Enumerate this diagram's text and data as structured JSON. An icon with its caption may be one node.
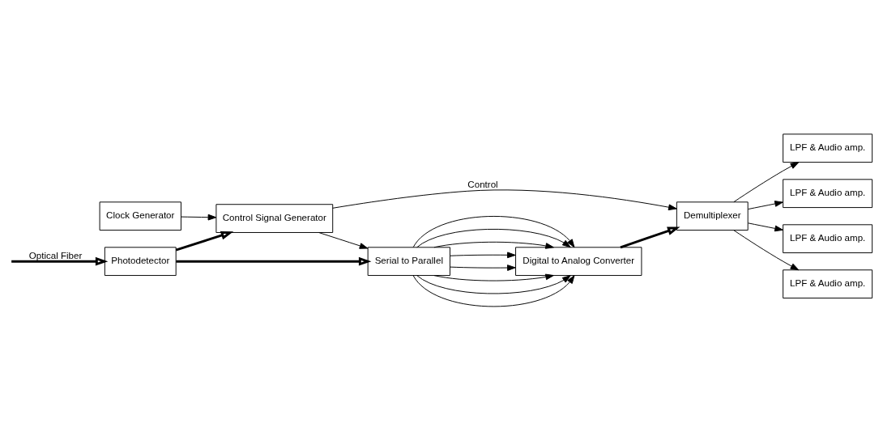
{
  "diagram": {
    "nodes": [
      {
        "text": [
          "Photodetector"
        ]
      },
      {
        "text": [
          "Serial to Parallel"
        ]
      },
      {
        "text": [
          "Digital to Analog Converter"
        ]
      },
      {
        "text": [
          "Demultiplexer"
        ]
      },
      {
        "text": [
          "LPF & Audio amp."
        ]
      },
      {
        "text": [
          "LPF & Audio amp."
        ]
      },
      {
        "text": [
          "LPF & Audio amp."
        ]
      },
      {
        "text": [
          "LPF & Audio amp."
        ]
      },
      {
        "text": [
          "Clock Generator"
        ]
      },
      {
        "text": [
          "Control Signal Generator"
        ]
      }
    ],
    "edges": [
      {
        "from": null,
        "to": 0,
        "arrow": "to",
        "label": "Optical Fiber",
        "style": "thick"
      },
      {
        "from": 0,
        "to": 1,
        "arrow": "to",
        "style": "thick"
      },
      {
        "from": 0,
        "to": 9,
        "arrow": "to",
        "style": "thick"
      },
      {
        "from": 1,
        "to": 2,
        "arrow": "to"
      },
      {
        "from": 1,
        "to": 2,
        "arrow": "to"
      },
      {
        "from": 1,
        "to": 2,
        "arrow": "to"
      },
      {
        "from": 1,
        "to": 2,
        "arrow": "to"
      },
      {
        "from": 1,
        "to": 2,
        "arrow": "to"
      },
      {
        "from": 1,
        "to": 2,
        "arrow": "to"
      },
      {
        "from": 1,
        "to": 2,
        "arrow": "to"
      },
      {
        "from": 1,
        "to": 2,
        "arrow": "to"
      },
      {
        "from": 2,
        "to": 3,
        "arrow": "to",
        "style": "thick"
      },
      {
        "from": 3,
        "to": 4,
        "arrow": "to"
      },
      {
        "from": 3,
        "to": 5,
        "arrow": "to"
      },
      {
        "from": 3,
        "to": 6,
        "arrow": "to"
      },
      {
        "from": 3,
        "to": 7,
        "arrow": "to"
      },
      {
        "from": 8,
        "to": 9,
        "arrow": "to"
      },
      {
        "from": 9,
        "to": 1,
        "arrow": "to"
      },
      {
        "from": 9,
        "to": 3,
        "arrow": "to",
        "label": "Control"
      }
    ]
  }
}
